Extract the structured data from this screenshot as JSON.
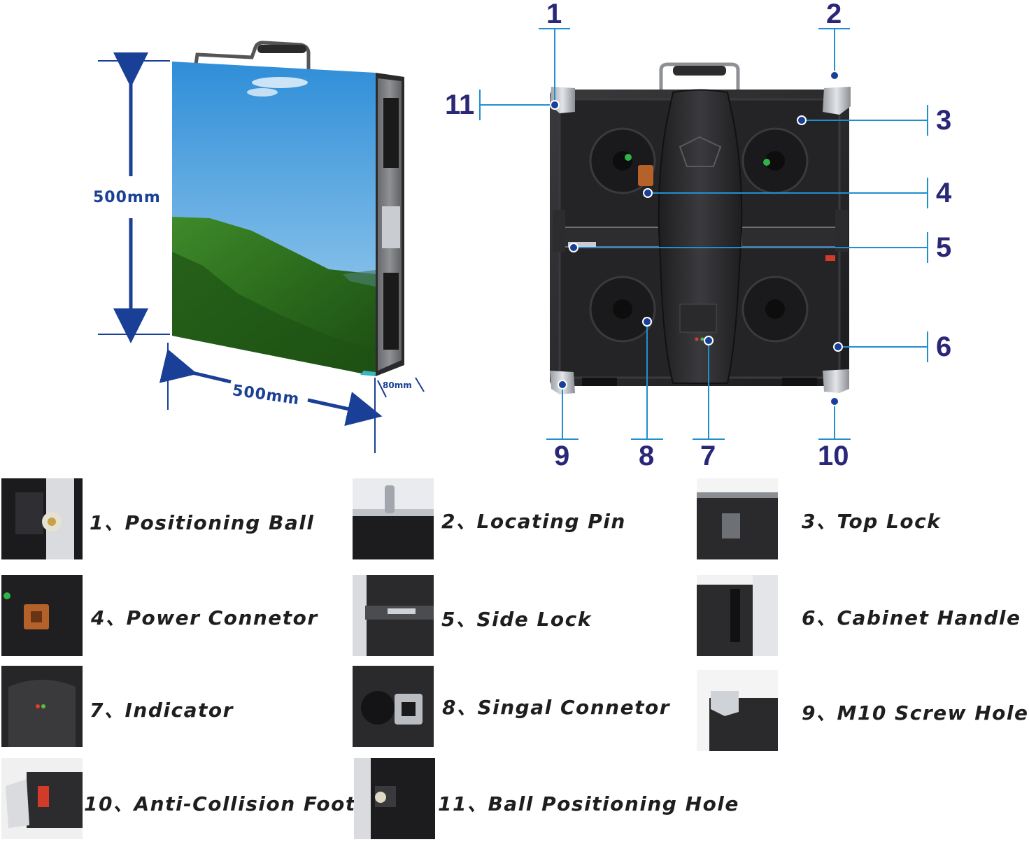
{
  "dimensions": {
    "height": "500mm",
    "width": "500mm",
    "depth": "80mm"
  },
  "callouts": [
    "1",
    "2",
    "3",
    "4",
    "5",
    "6",
    "7",
    "8",
    "9",
    "10",
    "11"
  ],
  "legend": [
    {
      "number": "1",
      "name": "Positioning Ball",
      "text": "1、Positioning Ball"
    },
    {
      "number": "2",
      "name": "Locating Pin",
      "text": "2、Locating Pin"
    },
    {
      "number": "3",
      "name": "Top Lock",
      "text": "3、Top Lock"
    },
    {
      "number": "4",
      "name": "Power Connetor",
      "text": "4、Power Connetor"
    },
    {
      "number": "5",
      "name": "Side Lock",
      "text": "5、Side Lock"
    },
    {
      "number": "6",
      "name": "Cabinet Handle",
      "text": "6、Cabinet Handle"
    },
    {
      "number": "7",
      "name": "Indicator",
      "text": "7、Indicator"
    },
    {
      "number": "8",
      "name": "Singal Connetor",
      "text": "8、Singal Connetor"
    },
    {
      "number": "9",
      "name": "M10 Screw Hole",
      "text": "9、M10 Screw Hole"
    },
    {
      "number": "10",
      "name": "Anti-Collision Foot",
      "text": "10、Anti-Collision Foot"
    },
    {
      "number": "11",
      "name": "Ball Positioning Hole",
      "text": "11、Ball Positioning Hole"
    }
  ],
  "colors": {
    "dimension_blue": "#1a3f96",
    "callout_line": "#1f8fd0",
    "callout_dot": "#1a3f96",
    "callout_text": "#2a2777",
    "legend_text": "#1e1e1e"
  }
}
